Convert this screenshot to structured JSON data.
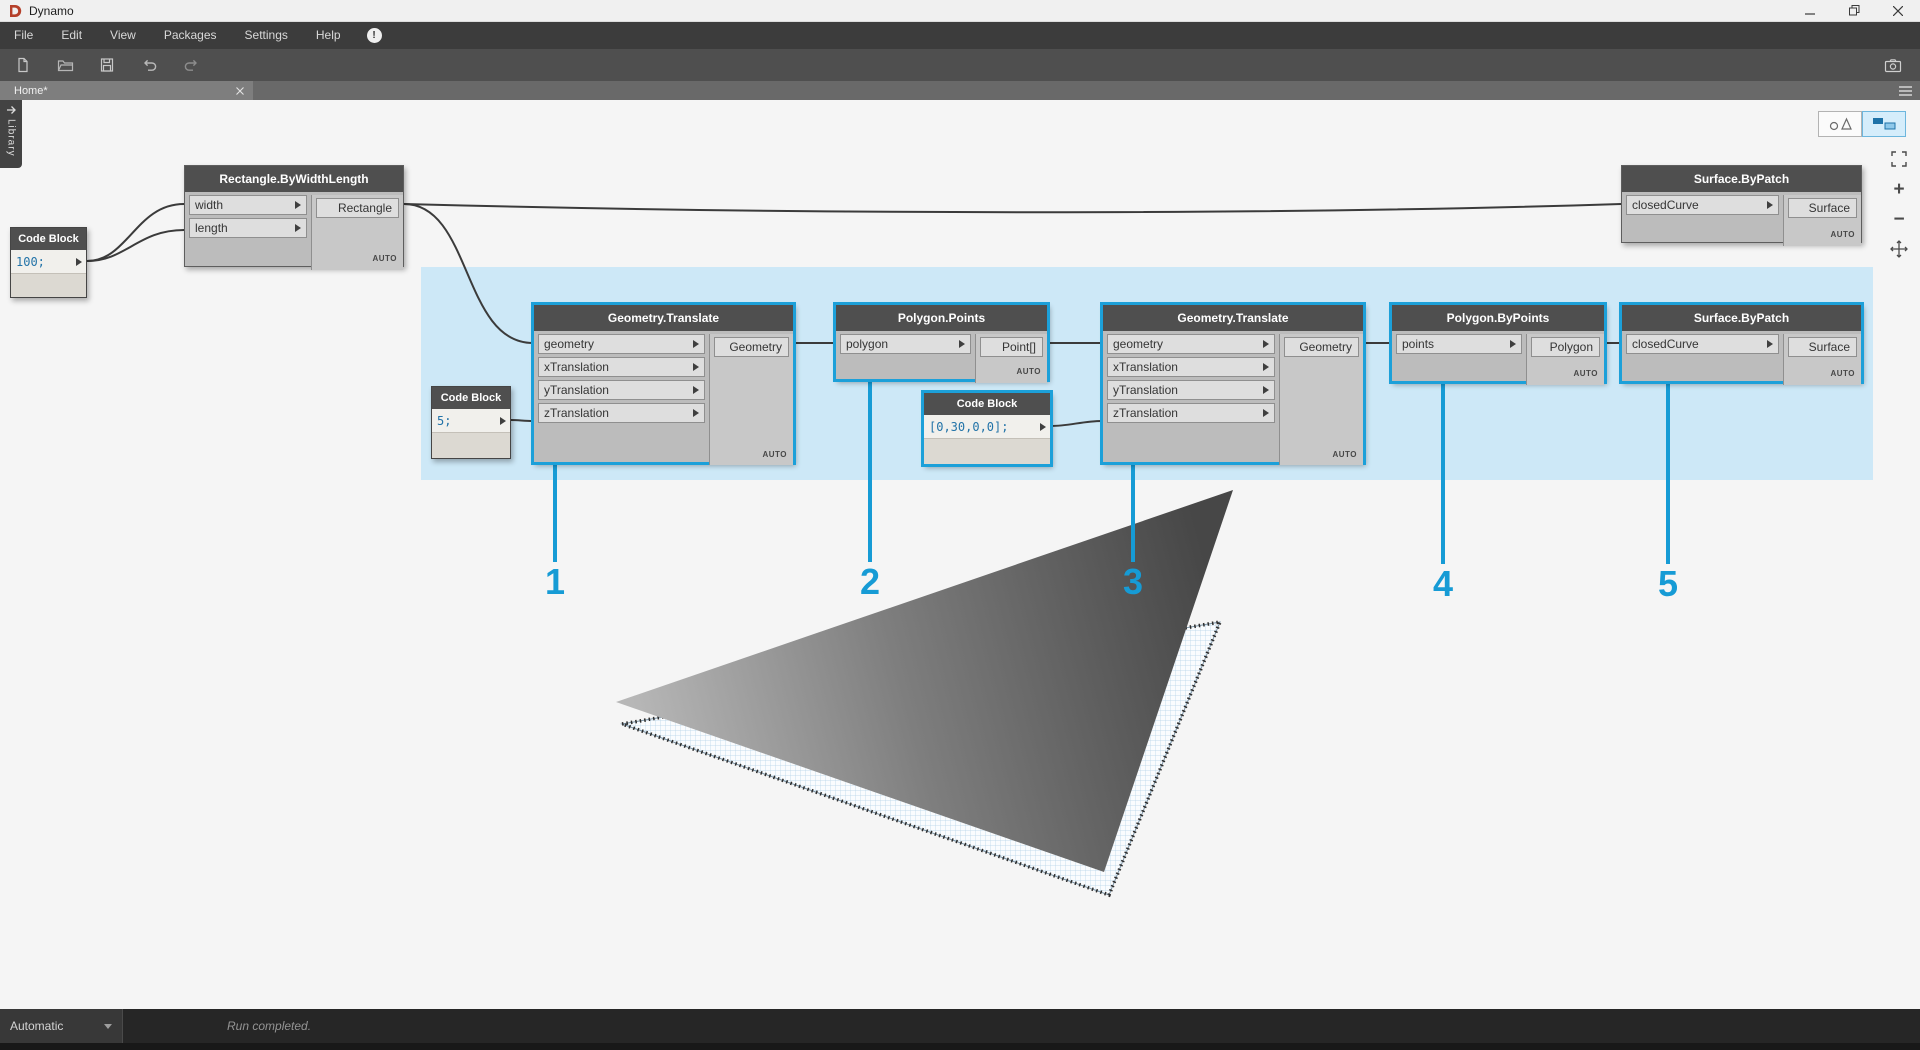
{
  "window": {
    "title": "Dynamo"
  },
  "menu": {
    "items": [
      "File",
      "Edit",
      "View",
      "Packages",
      "Settings",
      "Help"
    ],
    "notification_icon": "!"
  },
  "tab": {
    "label": "Home*"
  },
  "library": {
    "label": "Library"
  },
  "nodes": {
    "code_block_100": {
      "title": "Code Block",
      "code": "100;"
    },
    "rectangle_by_width_length": {
      "title": "Rectangle.ByWidthLength",
      "inputs": [
        "width",
        "length"
      ],
      "output": "Rectangle",
      "lacing": "AUTO"
    },
    "surface_by_patch_top": {
      "title": "Surface.ByPatch",
      "inputs": [
        "closedCurve"
      ],
      "output": "Surface",
      "lacing": "AUTO"
    },
    "geometry_translate_1": {
      "title": "Geometry.Translate",
      "inputs": [
        "geometry",
        "xTranslation",
        "yTranslation",
        "zTranslation"
      ],
      "output": "Geometry",
      "lacing": "AUTO"
    },
    "polygon_points": {
      "title": "Polygon.Points",
      "inputs": [
        "polygon"
      ],
      "output": "Point[]",
      "lacing": "AUTO"
    },
    "code_block_5": {
      "title": "Code Block",
      "code": "5;"
    },
    "code_block_list": {
      "title": "Code Block",
      "code": "[0,30,0,0];"
    },
    "geometry_translate_2": {
      "title": "Geometry.Translate",
      "inputs": [
        "geometry",
        "xTranslation",
        "yTranslation",
        "zTranslation"
      ],
      "output": "Geometry",
      "lacing": "AUTO"
    },
    "polygon_by_points": {
      "title": "Polygon.ByPoints",
      "inputs": [
        "points"
      ],
      "output": "Polygon",
      "lacing": "AUTO"
    },
    "surface_by_patch_2": {
      "title": "Surface.ByPatch",
      "inputs": [
        "closedCurve"
      ],
      "output": "Surface",
      "lacing": "AUTO"
    }
  },
  "callouts": {
    "labels": [
      "1",
      "2",
      "3",
      "4",
      "5"
    ]
  },
  "canvas_controls": {
    "zoom_in": "+",
    "zoom_out": "−"
  },
  "statusbar": {
    "run_mode": "Automatic",
    "status": "Run completed."
  },
  "colors": {
    "selection": "#1ca0d9",
    "selection_region": "#cde8f7",
    "callout": "#169bd5",
    "node_header": "#4f4f4f"
  }
}
